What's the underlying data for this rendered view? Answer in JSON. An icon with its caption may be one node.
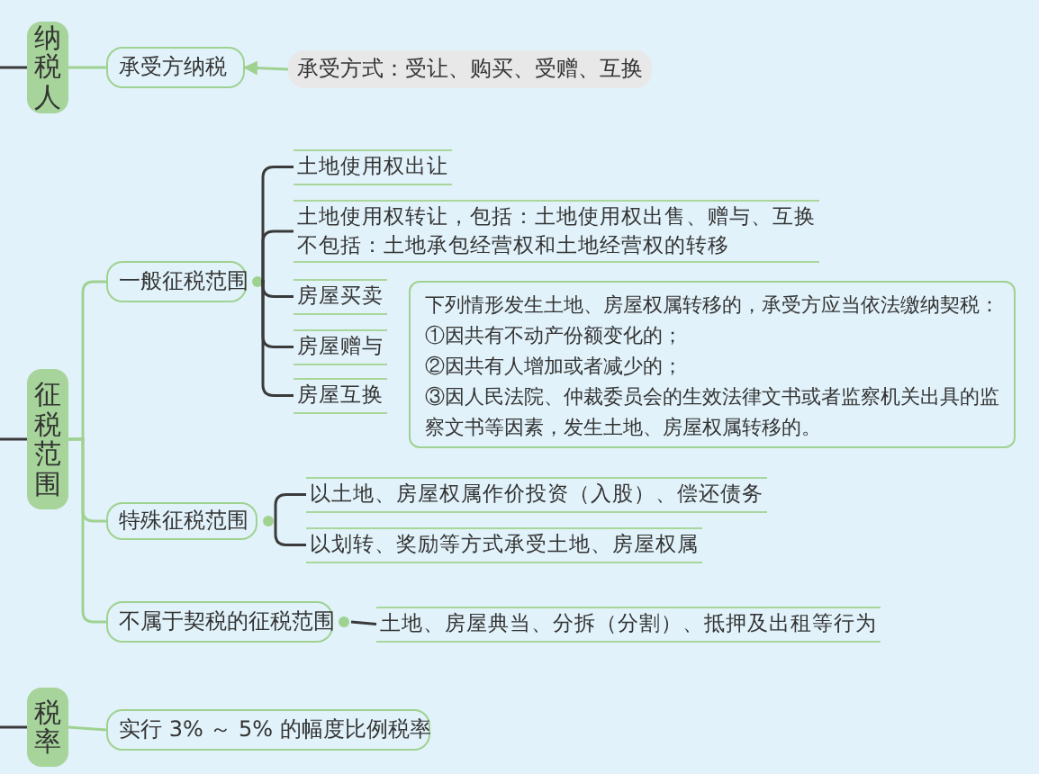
{
  "diagram": {
    "nodes": [
      {
        "text": [
          "纳税人"
        ]
      },
      {
        "text": [
          "承受方纳税"
        ]
      },
      {
        "text": [
          "承受方式：受让、购买、受赠、互换"
        ]
      },
      {
        "text": [
          "征税范围"
        ]
      },
      {
        "text": [
          "一般征税范围"
        ]
      },
      {
        "text": [
          "土地使用权出让"
        ]
      },
      {
        "text": [
          "土地使用权转让，包括：土地使用权出售、赠与、互换",
          "不包括：土地承包经营权和土地经营权的转移"
        ]
      },
      {
        "text": [
          "房屋买卖"
        ]
      },
      {
        "text": [
          "房屋赠与"
        ]
      },
      {
        "text": [
          "房屋互换"
        ]
      },
      {
        "text": [
          "下列情形发生土地、房屋权属转移的，承受方应当依法缴纳契税：",
          "①因共有不动产份额变化的；",
          "②因共有人增加或者减少的；",
          "③因人民法院、仲裁委员会的生效法律文书或者监察机关出具的监察文书等因素，发生土地、房屋权属转移的。"
        ]
      },
      {
        "text": [
          "特殊征税范围"
        ]
      },
      {
        "text": [
          "以土地、房屋权属作价投资（入股）、偿还债务"
        ]
      },
      {
        "text": [
          "以划转、奖励等方式承受土地、房屋权属"
        ]
      },
      {
        "text": [
          "不属于契税的征税范围"
        ]
      },
      {
        "text": [
          "土地、房屋典当、分拆（分割）、抵押及出租等行为"
        ]
      },
      {
        "text": [
          "税率"
        ]
      },
      {
        "text": [
          "实行 3% ～ 5% 的幅度比例税率"
        ]
      }
    ],
    "edges": [
      {
        "from": null,
        "to": 0,
        "arrow": "none"
      },
      {
        "from": 0,
        "to": 1,
        "arrow": "none",
        "color": "#9fd291"
      },
      {
        "from": 2,
        "to": 1,
        "arrow": "to",
        "color": "#9fd291"
      },
      {
        "from": null,
        "to": 3,
        "arrow": "none"
      },
      {
        "from": 3,
        "to": 4,
        "arrow": "none",
        "color": "#9fd291"
      },
      {
        "from": 3,
        "to": 11,
        "arrow": "none",
        "color": "#9fd291"
      },
      {
        "from": 3,
        "to": 14,
        "arrow": "none",
        "color": "#9fd291"
      },
      {
        "from": 4,
        "to": 5,
        "arrow": "none"
      },
      {
        "from": 4,
        "to": 6,
        "arrow": "none"
      },
      {
        "from": 4,
        "to": 7,
        "arrow": "none"
      },
      {
        "from": 4,
        "to": 8,
        "arrow": "none"
      },
      {
        "from": 4,
        "to": 9,
        "arrow": "none"
      },
      {
        "from": 11,
        "to": 12,
        "arrow": "none"
      },
      {
        "from": 11,
        "to": 13,
        "arrow": "none"
      },
      {
        "from": 14,
        "to": 15,
        "arrow": "none"
      },
      {
        "from": null,
        "to": 16,
        "arrow": "none"
      },
      {
        "from": 16,
        "to": 17,
        "arrow": "none",
        "color": "#9fd291"
      }
    ]
  }
}
